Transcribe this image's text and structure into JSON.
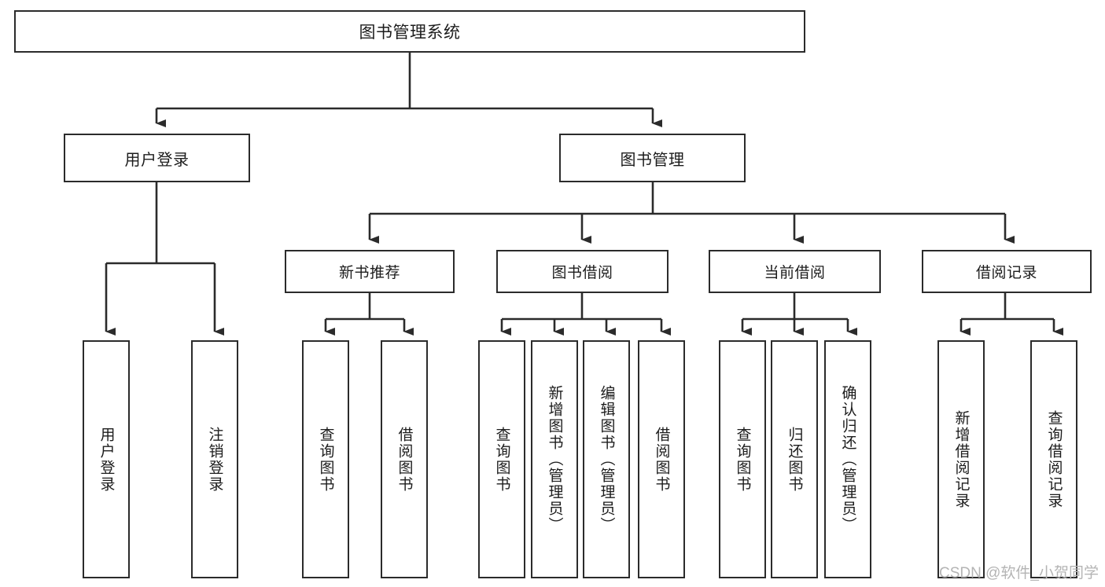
{
  "diagram": {
    "title": "图书管理系统",
    "type": "tree-hierarchy",
    "colors": {
      "box_border": "#2b2b2b",
      "box_fill": "#ffffff",
      "connector": "#2b2b2b",
      "text": "#1c1c1c",
      "watermark": "#b4b4b4",
      "background": "#ffffff"
    },
    "root": {
      "label": "图书管理系统"
    },
    "level2": [
      {
        "label": "用户登录"
      },
      {
        "label": "图书管理"
      }
    ],
    "level3": [
      {
        "label": "新书推荐"
      },
      {
        "label": "图书借阅"
      },
      {
        "label": "当前借阅"
      },
      {
        "label": "借阅记录"
      }
    ],
    "leaves": {
      "user_login": [
        {
          "label": "用户登录"
        },
        {
          "label": "注销登录"
        }
      ],
      "new_book_recommend": [
        {
          "label": "查询图书"
        },
        {
          "label": "借阅图书"
        }
      ],
      "book_borrow": [
        {
          "label": "查询图书"
        },
        {
          "label": "新增图书（管理员）"
        },
        {
          "label": "编辑图书（管理员）"
        },
        {
          "label": "借阅图书"
        }
      ],
      "current_borrow": [
        {
          "label": "查询图书"
        },
        {
          "label": "归还图书"
        },
        {
          "label": "确认归还（管理员）"
        }
      ],
      "borrow_record": [
        {
          "label": "新增借阅记录"
        },
        {
          "label": "查询借阅记录"
        }
      ]
    }
  },
  "watermark": {
    "text": "CSDN @软件_小贺同学"
  }
}
